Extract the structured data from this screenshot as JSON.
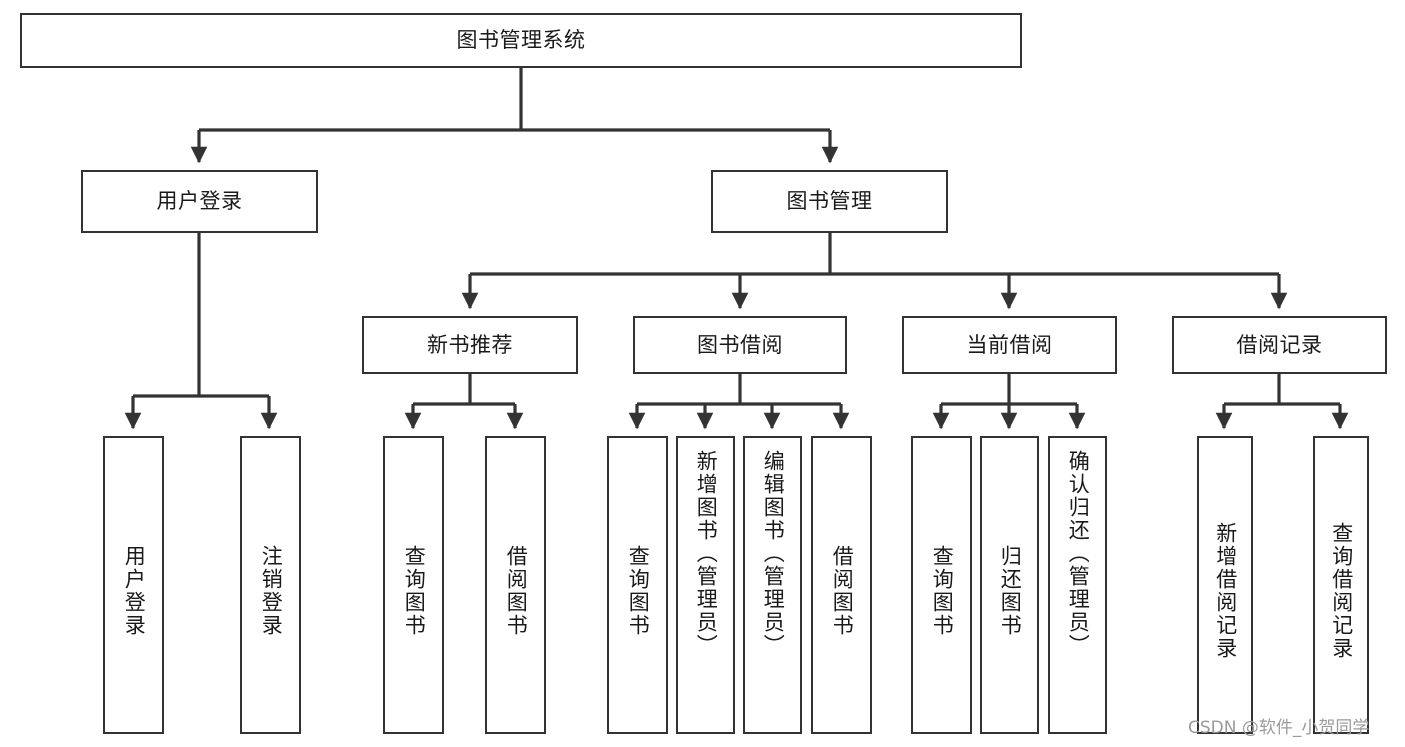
{
  "diagram": {
    "title": "图书管理系统",
    "type": "tree-hierarchy-chart",
    "root": {
      "label": "图书管理系统"
    },
    "level2": [
      {
        "id": "user-login",
        "label": "用户登录"
      },
      {
        "id": "book-manage",
        "label": "图书管理"
      }
    ],
    "level3": [
      {
        "id": "new-book-recommend",
        "label": "新书推荐"
      },
      {
        "id": "book-borrow",
        "label": "图书借阅"
      },
      {
        "id": "current-borrow",
        "label": "当前借阅"
      },
      {
        "id": "borrow-record",
        "label": "借阅记录"
      }
    ],
    "leaves": {
      "user_login": [
        {
          "id": "leaf-user-login",
          "label": "用户登录"
        },
        {
          "id": "leaf-logout-login",
          "label": "注销登录"
        }
      ],
      "new_book_recommend": [
        {
          "id": "leaf-query-book-1",
          "label": "查询图书"
        },
        {
          "id": "leaf-borrow-book-1",
          "label": "借阅图书"
        }
      ],
      "book_borrow": [
        {
          "id": "leaf-query-book-2",
          "label": "查询图书"
        },
        {
          "id": "leaf-add-book",
          "label": "新增图书（管理员）"
        },
        {
          "id": "leaf-edit-book",
          "label": "编辑图书（管理员）"
        },
        {
          "id": "leaf-borrow-book-2",
          "label": "借阅图书"
        }
      ],
      "current_borrow": [
        {
          "id": "leaf-query-book-3",
          "label": "查询图书"
        },
        {
          "id": "leaf-return-book",
          "label": "归还图书"
        },
        {
          "id": "leaf-confirm-return",
          "label": "确认归还（管理员）"
        }
      ],
      "borrow_record": [
        {
          "id": "leaf-add-record",
          "label": "新增借阅记录"
        },
        {
          "id": "leaf-query-record",
          "label": "查询借阅记录"
        }
      ]
    }
  },
  "watermark": {
    "text": "CSDN @软件_小贺同学"
  },
  "colors": {
    "stroke": "#333333",
    "fill": "#ffffff",
    "text": "#1a1a1a",
    "watermark": "#9a9a9a"
  }
}
